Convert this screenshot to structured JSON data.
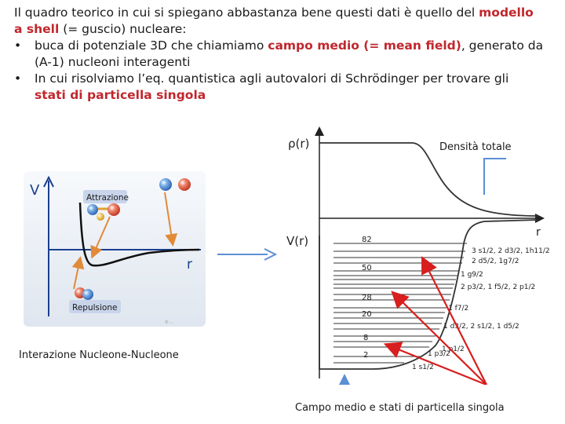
{
  "intro": {
    "line1_plain": "Il quadro teorico in cui si spiegano abbastanza bene questi dati è quello del ",
    "line1_red": "modello",
    "line2_red": "a shell",
    "line2_plain": " (= guscio) nucleare:"
  },
  "bullets": [
    {
      "symbol": "•",
      "pre": "buca di potenziale 3D che chiamiamo ",
      "red": "campo medio (= mean field)",
      "post": ", generato da",
      "cont": "(A-1) nucleoni interagenti"
    },
    {
      "symbol": "•",
      "pre": "In cui risolviamo l’eq. quantistica agli autovalori di Schrödinger per trovare gli",
      "red_line2": "stati di particella singola"
    }
  ],
  "left_figure": {
    "axis_v": "V",
    "axis_r": "r",
    "attrazione": "Attrazione",
    "repulsione": "Repulsione",
    "credit": "© ...",
    "caption": "Interazione Nucleone-Nucleone"
  },
  "density_plot": {
    "ylabel": "ρ(r)",
    "xlabel": "r",
    "legend": "Densità totale"
  },
  "potential_plot": {
    "ylabel": "V(r)",
    "magic_numbers": [
      "82",
      "50",
      "28",
      "20",
      "8",
      "2"
    ],
    "levels": [
      "3 s1/2, 2 d3/2, 1h11/2",
      "2 d5/2, 1g7/2",
      "1 g9/2",
      "2 p3/2, 1 f5/2, 2 p1/2",
      "1 f7/2",
      "1 d3/2, 2 s1/2, 1 d5/2",
      "1 p1/2",
      "1 p3/2",
      "1 s1/2"
    ],
    "caption": "Campo medio e stati di particella singola"
  },
  "colors": {
    "accent_red": "#c0272d",
    "arrow_red": "#d81e1e",
    "arrow_blue": "#5b8fd6",
    "arrow_orange": "#e08a3a"
  }
}
